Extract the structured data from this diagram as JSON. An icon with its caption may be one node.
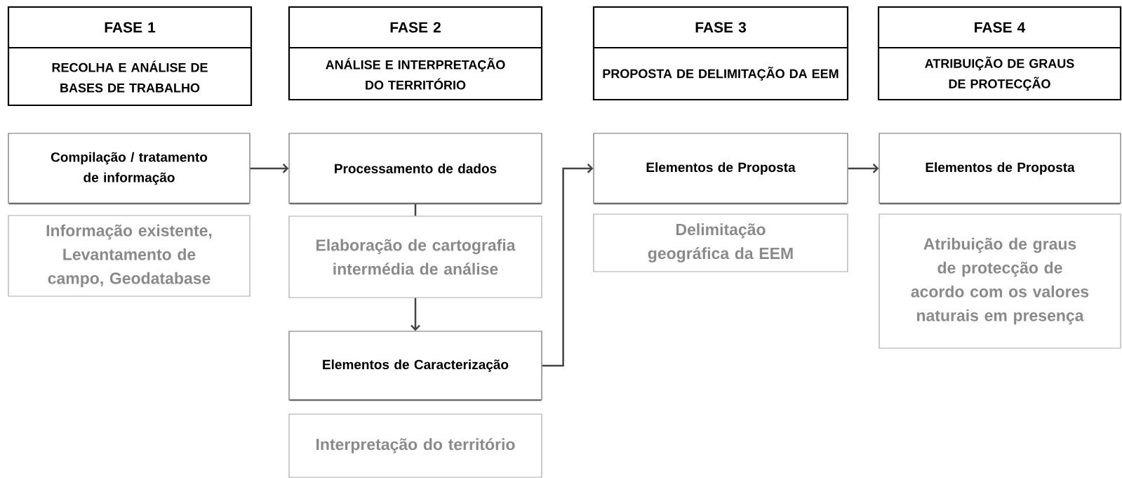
{
  "diagram": {
    "nodes": [
      {
        "text": [
          "FASE 1",
          "RECOLHA E ANÁLISE DE BASES DE TRABALHO"
        ]
      },
      {
        "text": [
          "FASE 2",
          "ANÁLISE E INTERPRETAÇÃO DO TERRITÓRIO"
        ]
      },
      {
        "text": [
          "FASE 3",
          "PROPOSTA DE DELIMITAÇÃO DA EEM"
        ]
      },
      {
        "text": [
          "FASE 4",
          "ATRIBUIÇÃO DE GRAUS DE PROTECÇÃO"
        ]
      },
      {
        "text": [
          "Compilação / tratamento de informação"
        ]
      },
      {
        "text": [
          "Informação existente, Levantamento de campo, Geodatabase"
        ]
      },
      {
        "text": [
          "Processamento de dados"
        ]
      },
      {
        "text": [
          "Elaboração de cartografia intermédia de análise"
        ]
      },
      {
        "text": [
          "Elementos de Caracterização"
        ]
      },
      {
        "text": [
          "Interpretação do território"
        ]
      },
      {
        "text": [
          "Elementos de Proposta"
        ]
      },
      {
        "text": [
          "Delimitação geográfica da EEM"
        ]
      },
      {
        "text": [
          "Elementos de Proposta"
        ]
      },
      {
        "text": [
          "Atribuição de graus de protecção de acordo com os valores naturais em presença"
        ]
      }
    ],
    "edges": [
      {
        "from": 4,
        "to": 6,
        "arrow": "to"
      },
      {
        "from": 6,
        "to": 7,
        "arrow": "none"
      },
      {
        "from": 7,
        "to": 8,
        "arrow": "to"
      },
      {
        "from": 8,
        "to": 10,
        "arrow": "to"
      },
      {
        "from": 10,
        "to": 12,
        "arrow": "to"
      }
    ]
  }
}
